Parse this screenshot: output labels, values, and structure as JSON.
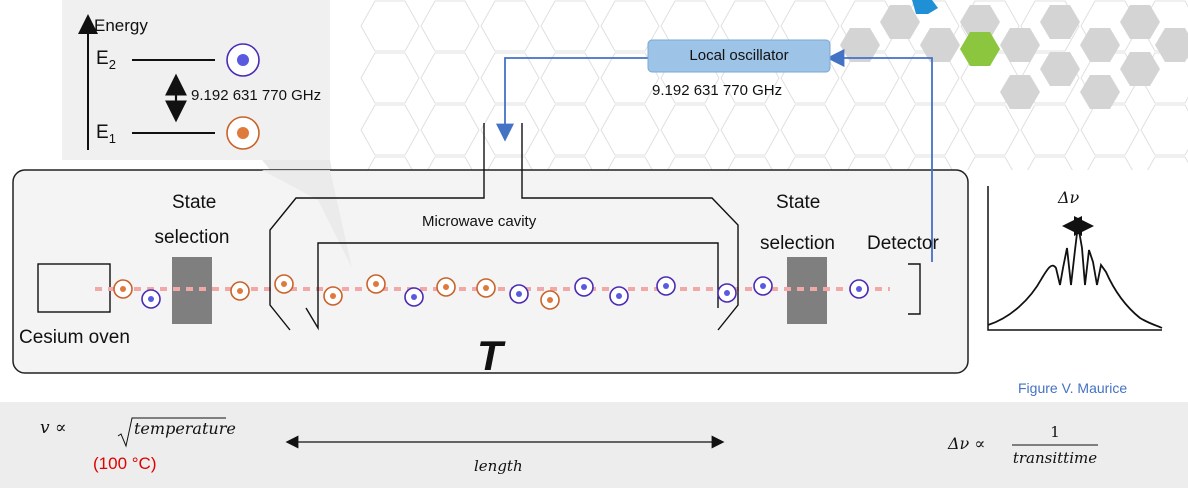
{
  "energy_diagram": {
    "axis_label": "Energy",
    "level_upper": "E",
    "level_upper_sub": "2",
    "level_lower": "E",
    "level_lower_sub": "1",
    "transition_frequency": "9.192 631 770 GHz"
  },
  "oscillator": {
    "label": "Local oscillator",
    "frequency": "9.192 631 770 GHz"
  },
  "apparatus": {
    "oven_label": "Cesium oven",
    "state_selection_left": [
      "State",
      "selection"
    ],
    "cavity_label": "Microwave cavity",
    "state_selection_right": [
      "State",
      "selection"
    ],
    "detector_label": "Detector",
    "transit_symbol": "T"
  },
  "atoms": {
    "ground_state_color": "#c8632a",
    "excited_state_color": "#4b2bb4"
  },
  "resonance_plot": {
    "width_label": "Δν"
  },
  "credit": "Figure V. Maurice",
  "formulas": {
    "velocity_lhs": "v ∝",
    "velocity_radicand": "temperature",
    "temperature_value": "(100 °C)",
    "length_label": "length",
    "linewidth_lhs": "Δν ∝",
    "linewidth_num": "1",
    "linewidth_den": "transittime"
  },
  "colors": {
    "accent_blue": "#4472c4",
    "oscillator_fill": "#9dc3e6",
    "temperature_red": "#e00000",
    "bottom_band": "#ededed",
    "hex_grey": "#d9d9d9",
    "hex_green": "#8cc63f"
  }
}
